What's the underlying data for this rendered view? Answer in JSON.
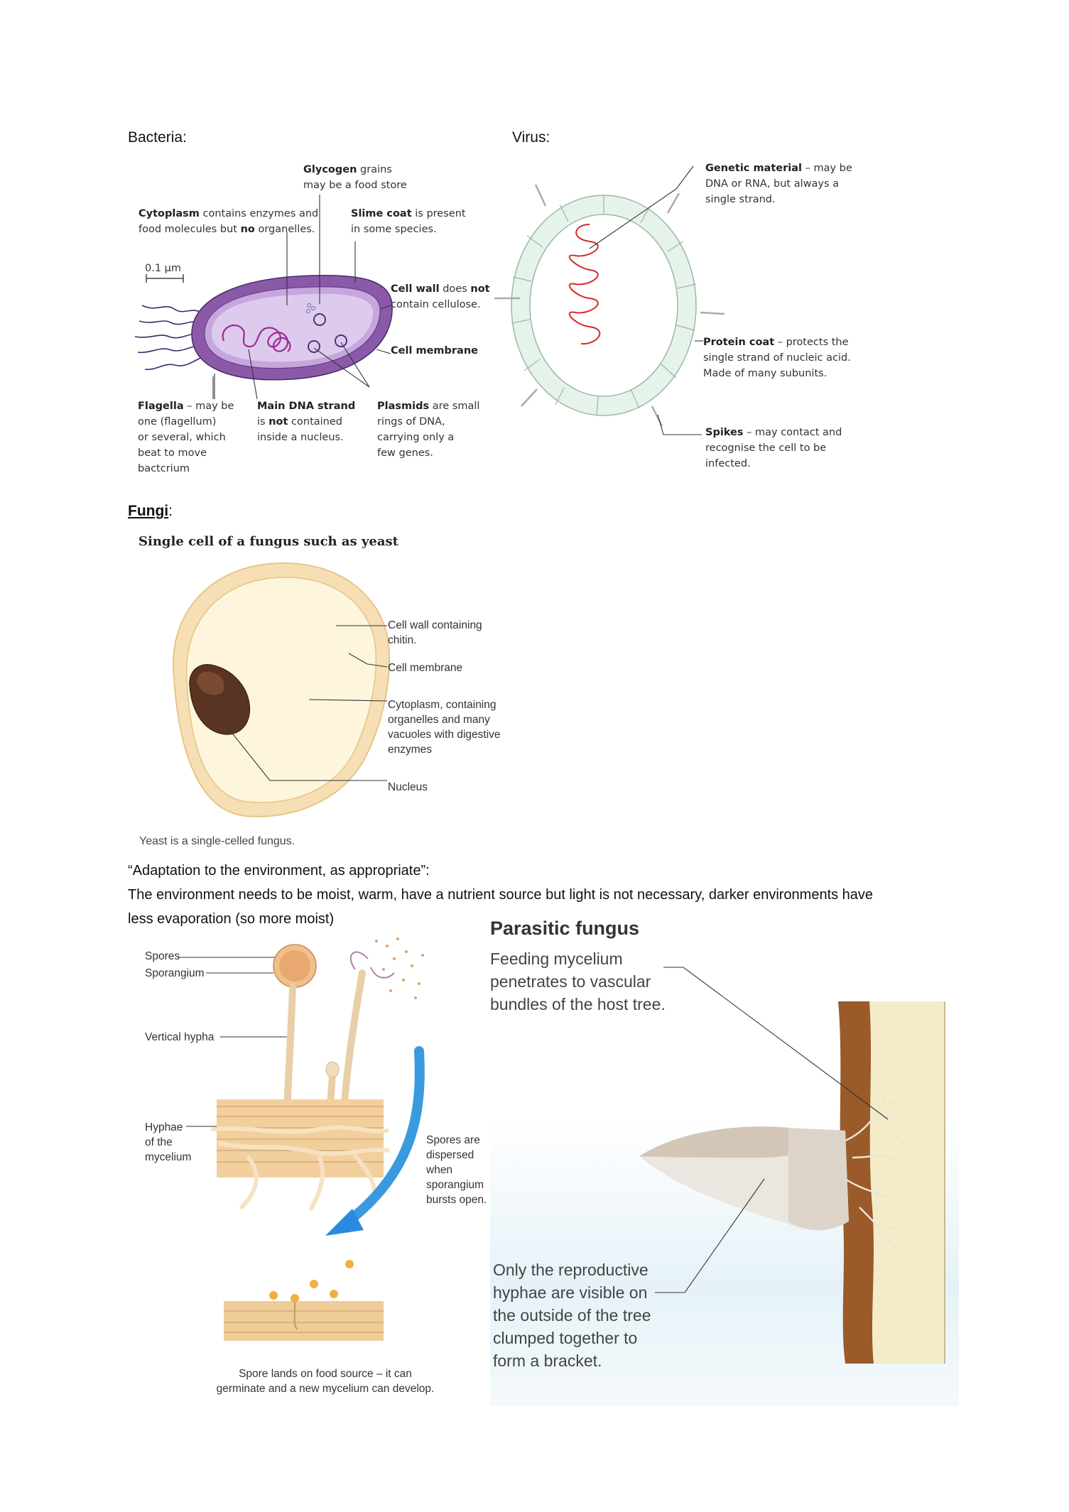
{
  "headings": {
    "bacteria": "Bacteria:",
    "virus": "Virus:",
    "fungi": "Fungi",
    "fungi_colon": ":"
  },
  "bacteria": {
    "glycogen_bold": "Glycogen",
    "glycogen_rest": " grains",
    "glycogen_line2": "may be a food store",
    "cytoplasm_bold": "Cytoplasm",
    "cytoplasm_rest": " contains enzymes and",
    "cytoplasm_line2a": "food molecules but ",
    "cytoplasm_line2b": "no",
    "cytoplasm_line2c": " organelles.",
    "slime_bold": "Slime coat",
    "slime_rest": " is present",
    "slime_line2": "in some species.",
    "scale": "0.1 μm",
    "wall_bold": "Cell wall",
    "wall_rest": " does ",
    "wall_not": "not",
    "wall_line2": "contain cellulose.",
    "membrane": "Cell membrane",
    "flagella_bold": "Flagella",
    "flagella_rest": " – may be",
    "flagella_lines": [
      "one (flagellum)",
      "or several, which",
      "beat to move",
      "bactcrium"
    ],
    "dna_bold": "Main DNA strand",
    "dna_line2a": "is ",
    "dna_line2b": "not",
    "dna_line2c": " contained",
    "dna_line3": "inside a nucleus.",
    "plasmids_bold": "Plasmids",
    "plasmids_rest": " are small",
    "plasmids_lines": [
      "rings of DNA,",
      "carrying only a",
      "few genes."
    ]
  },
  "virus": {
    "genetic_bold": "Genetic material",
    "genetic_rest": " – may be",
    "genetic_lines": [
      "DNA or RNA, but always a",
      "single strand."
    ],
    "protein_bold": "Protein coat",
    "protein_rest": " – protects the",
    "protein_lines": [
      "single strand of nucleic acid.",
      "Made of many subunits."
    ],
    "spikes_bold": "Spikes",
    "spikes_rest": " – may contact and",
    "spikes_lines": [
      "recognise the cell to be",
      "infected."
    ]
  },
  "yeast": {
    "title": "Single cell of a fungus such as yeast",
    "wall_line1": "Cell wall containing",
    "wall_line2": "chitin.",
    "membrane": "Cell membrane",
    "cytoplasm_lines": [
      "Cytoplasm, containing",
      "organelles and many",
      "vacuoles with digestive",
      "enzymes"
    ],
    "nucleus": "Nucleus",
    "caption": "Yeast is a single-celled fungus."
  },
  "text": {
    "adaptation_title": "“Adaptation to the environment, as appropriate”:",
    "adaptation_line1": "The environment needs to be moist, warm, have a nutrient source but light is not necessary, darker environments have",
    "adaptation_line2": "less evaporation (so more moist)"
  },
  "mould": {
    "spores": "Spores",
    "sporangium": "Sporangium",
    "vertical": "Vertical hypha",
    "hyphae_lines": [
      "Hyphae",
      "of the",
      "mycelium"
    ],
    "dispersed_lines": [
      "Spores are",
      "dispersed",
      "when",
      "sporangium",
      "bursts open."
    ],
    "lands_line1": "Spore lands on food source – it can",
    "lands_line2": "germinate and a new mycelium can develop."
  },
  "parasitic": {
    "title": "Parasitic fungus",
    "feeding_lines": [
      "Feeding mycelium",
      "penetrates to vascular",
      "bundles of the host tree."
    ],
    "repro_lines": [
      "Only the reproductive",
      "hyphae are visible on",
      "the outside of the tree",
      "clumped together to",
      "form a bracket."
    ]
  }
}
